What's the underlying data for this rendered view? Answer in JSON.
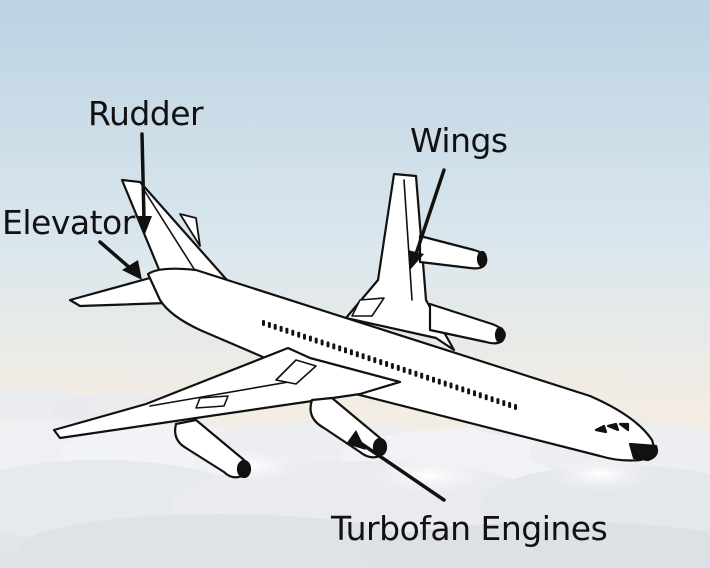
{
  "labels": {
    "rudder": "Rudder",
    "elevator": "Elevator",
    "wings": "Wings",
    "engines": "Turbofan Engines"
  },
  "colors": {
    "sky_top": "#c9dbe7",
    "sky_horizon": "#f1ece4",
    "cloud": "#f4f5f7",
    "cloud_shadow": "#c8ccd2",
    "line": "#111111",
    "fill": "#ffffff"
  }
}
